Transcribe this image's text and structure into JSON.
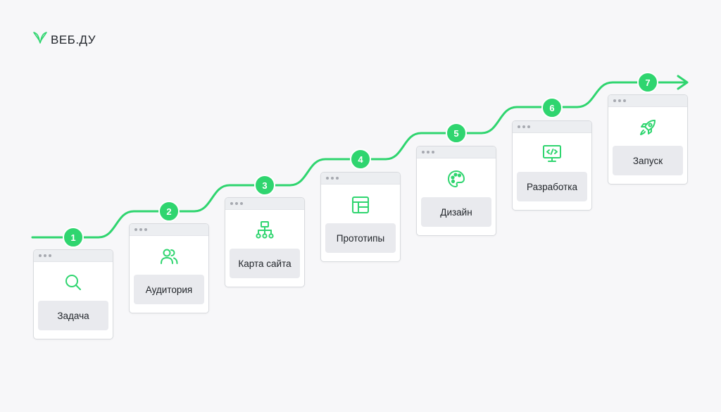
{
  "brand": {
    "name": "ВЕБ.ДУ",
    "icon": "leaf-logo-icon",
    "accent_color": "#2fd56f"
  },
  "steps": [
    {
      "number": "1",
      "label": "Задача",
      "icon": "search-icon"
    },
    {
      "number": "2",
      "label": "Аудитория",
      "icon": "users-icon"
    },
    {
      "number": "3",
      "label": "Карта сайта",
      "icon": "sitemap-icon"
    },
    {
      "number": "4",
      "label": "Прототипы",
      "icon": "layout-icon"
    },
    {
      "number": "5",
      "label": "Дизайн",
      "icon": "palette-icon"
    },
    {
      "number": "6",
      "label": "Разработка",
      "icon": "code-monitor-icon"
    },
    {
      "number": "7",
      "label": "Запуск",
      "icon": "rocket-icon"
    }
  ]
}
